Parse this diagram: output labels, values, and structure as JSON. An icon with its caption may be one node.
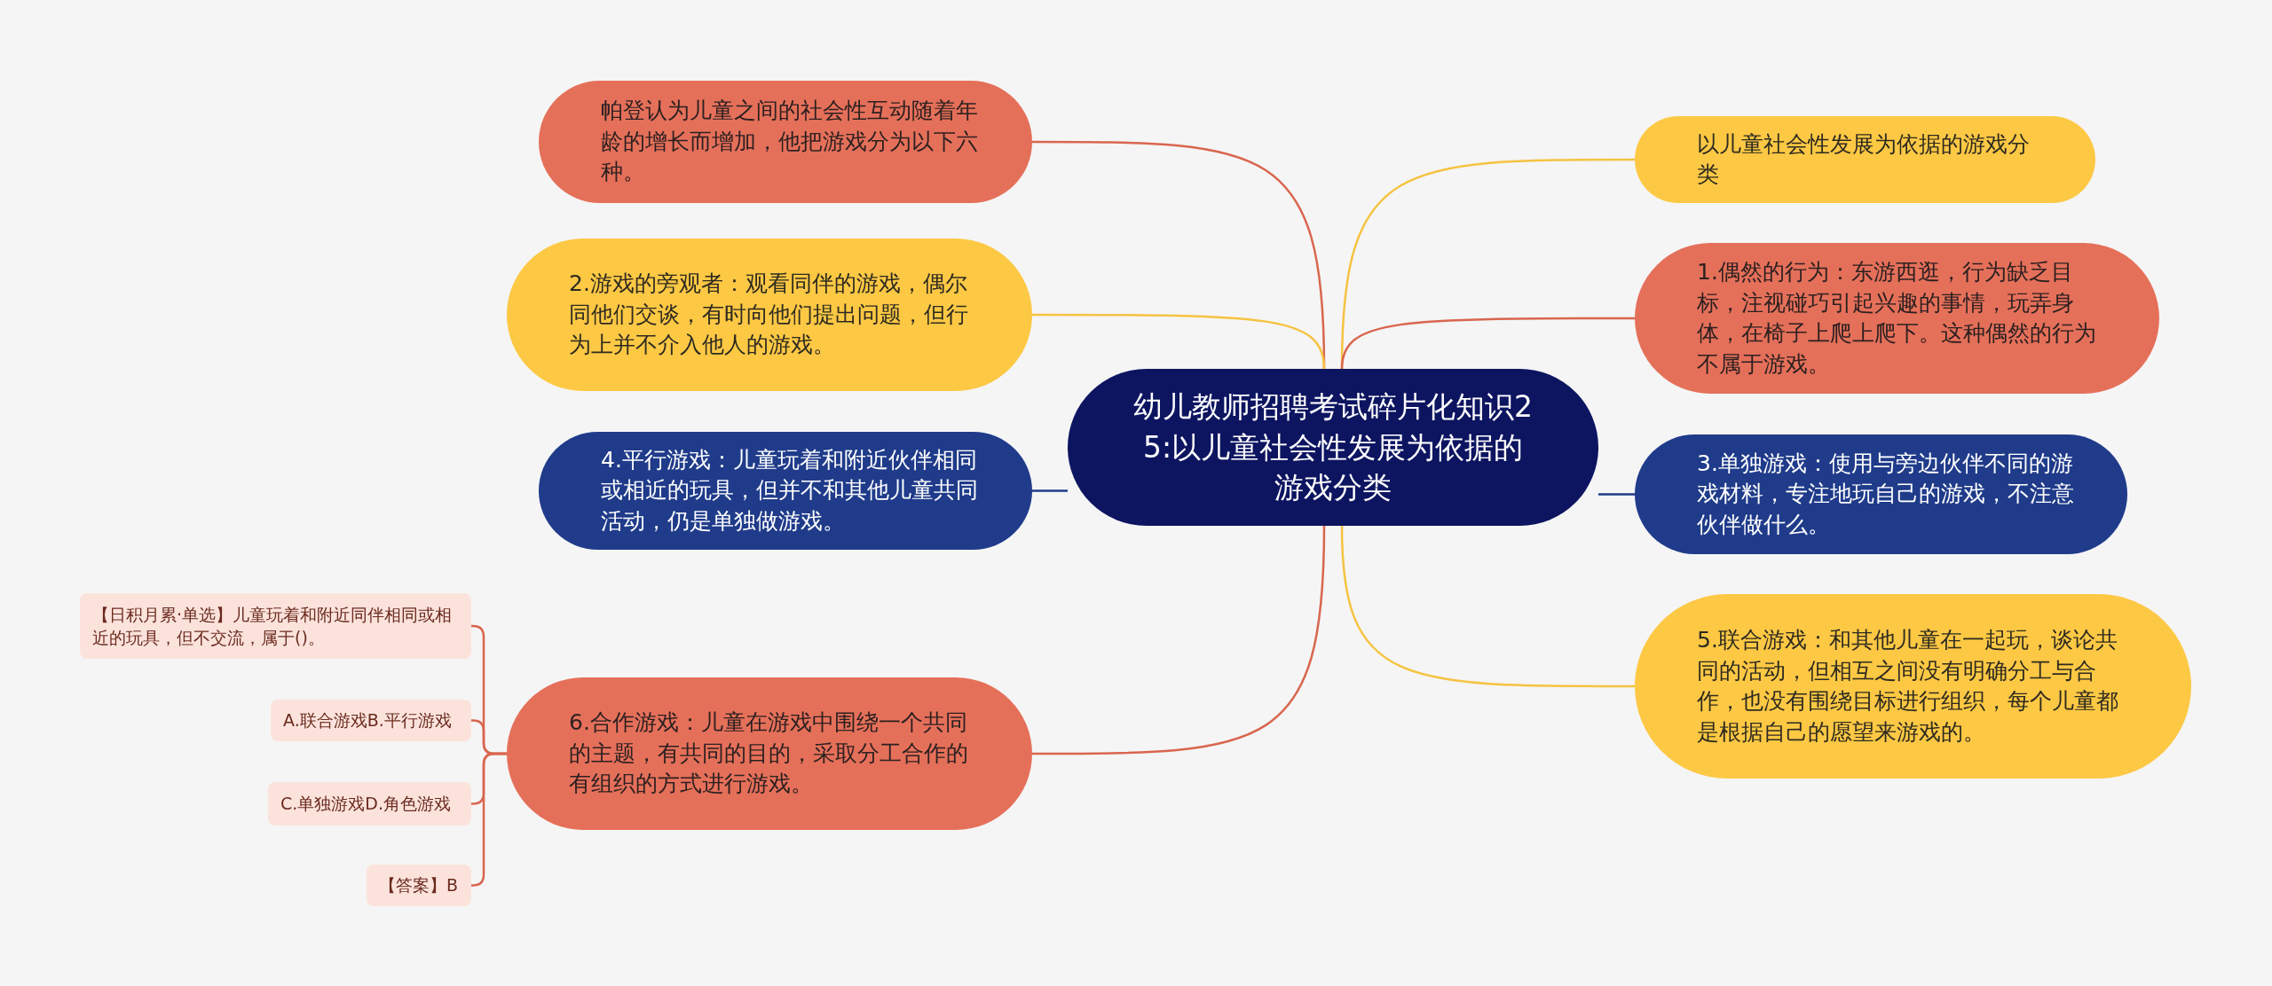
{
  "diagram": {
    "nodes": [
      {
        "text": [
          "幼儿教师招聘考试碎片化知识25:以儿童社会性发展为依据的游戏分类"
        ]
      },
      {
        "text": [
          "帕登认为儿童之间的社会性互动随着年龄的增长而增加，他把游戏分为以下六种。"
        ]
      },
      {
        "text": [
          "2.游戏的旁观者：观看同伴的游戏，偶尔同他们交谈，有时向他们提出问题，但行为上并不介入他人的游戏。"
        ]
      },
      {
        "text": [
          "4.平行游戏：儿童玩着和附近伙伴相同或相近的玩具，但并不和其他儿童共同活动，仍是单独做游戏。"
        ]
      },
      {
        "text": [
          "6.合作游戏：儿童在游戏中围绕一个共同的主题，有共同的目的，采取分工合作的有组织的方式进行游戏。"
        ]
      },
      {
        "text": [
          "【日积月累·单选】儿童玩着和附近同伴相同或相近的玩具，但不交流，属于()。"
        ]
      },
      {
        "text": [
          "A.联合游戏B.平行游戏"
        ]
      },
      {
        "text": [
          "C.单独游戏D.角色游戏"
        ]
      },
      {
        "text": [
          "【答案】B"
        ]
      },
      {
        "text": [
          "以儿童社会性发展为依据的游戏分类"
        ]
      },
      {
        "text": [
          "1.偶然的行为：东游西逛，行为缺乏目标，注视碰巧引起兴趣的事情，玩弄身体，在椅子上爬上爬下。这种偶然的行为不属于游戏。"
        ]
      },
      {
        "text": [
          "3.单独游戏：使用与旁边伙伴不同的游戏材料，专注地玩自己的游戏，不注意伙伴做什么。"
        ]
      },
      {
        "text": [
          "5.联合游戏：和其他儿童在一起玩，谈论共同的活动，但相互之间没有明确分工与合作，也没有围绕目标进行组织，每个儿童都是根据自己的愿望来游戏的。"
        ]
      }
    ],
    "edges": [
      {
        "from": 0,
        "to": 1,
        "arrow": "none",
        "color": "#d9664f"
      },
      {
        "from": 0,
        "to": 2,
        "arrow": "none",
        "color": "#f5c342"
      },
      {
        "from": 0,
        "to": 3,
        "arrow": "none",
        "color": "#1f3b8a"
      },
      {
        "from": 0,
        "to": 4,
        "arrow": "none",
        "color": "#d9664f"
      },
      {
        "from": 4,
        "to": 5,
        "arrow": "none",
        "color": "#d9664f"
      },
      {
        "from": 4,
        "to": 6,
        "arrow": "none",
        "color": "#d9664f"
      },
      {
        "from": 4,
        "to": 7,
        "arrow": "none",
        "color": "#d9664f"
      },
      {
        "from": 4,
        "to": 8,
        "arrow": "none",
        "color": "#d9664f"
      },
      {
        "from": 0,
        "to": 9,
        "arrow": "none",
        "color": "#f5c342"
      },
      {
        "from": 0,
        "to": 10,
        "arrow": "none",
        "color": "#d9664f"
      },
      {
        "from": 0,
        "to": 11,
        "arrow": "none",
        "color": "#1f3b8a"
      },
      {
        "from": 0,
        "to": 12,
        "arrow": "none",
        "color": "#f5c342"
      }
    ]
  }
}
